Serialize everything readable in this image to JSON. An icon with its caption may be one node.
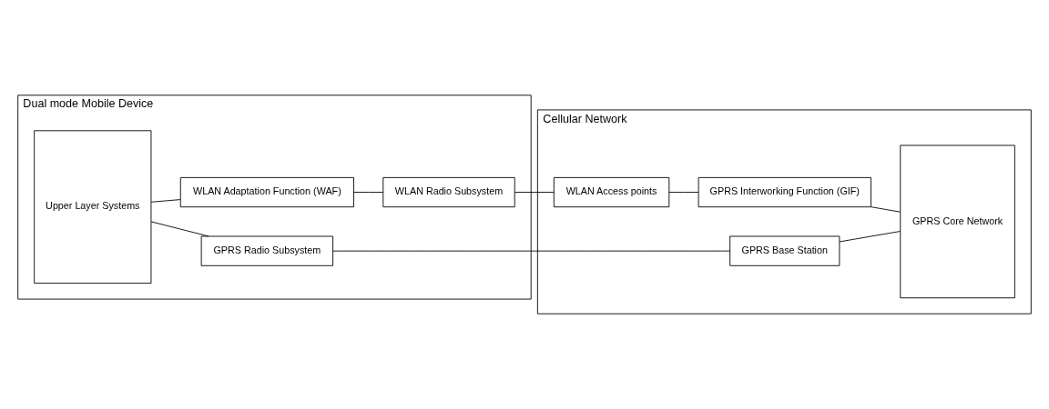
{
  "diagram": {
    "nodes": [
      {
        "text": [
          "Dual mode Mobile Device"
        ]
      },
      {
        "text": [
          "Upper Layer Systems"
        ],
        "in": 0
      },
      {
        "text": [
          "WLAN Adaptation Function (WAF)"
        ],
        "in": 0
      },
      {
        "text": [
          "WLAN Radio Subsystem"
        ],
        "in": 0
      },
      {
        "text": [
          "GPRS Radio Subsystem"
        ],
        "in": 0
      },
      {
        "text": [
          "Cellular Network"
        ]
      },
      {
        "text": [
          "WLAN Access points"
        ],
        "in": 5
      },
      {
        "text": [
          "GPRS Interworking Function (GIF)"
        ],
        "in": 5
      },
      {
        "text": [
          "GPRS Core Network"
        ],
        "in": 5
      },
      {
        "text": [
          "GPRS Base Station"
        ],
        "in": 5
      }
    ],
    "edges": [
      {
        "from": 1,
        "to": 2,
        "arrow": "none"
      },
      {
        "from": 2,
        "to": 3,
        "arrow": "none"
      },
      {
        "from": 3,
        "to": 6,
        "arrow": "none"
      },
      {
        "from": 6,
        "to": 7,
        "arrow": "none"
      },
      {
        "from": 7,
        "to": 8,
        "arrow": "none"
      },
      {
        "from": 1,
        "to": 4,
        "arrow": "none"
      },
      {
        "from": 4,
        "to": 9,
        "arrow": "none"
      },
      {
        "from": 9,
        "to": 8,
        "arrow": "none"
      }
    ]
  }
}
